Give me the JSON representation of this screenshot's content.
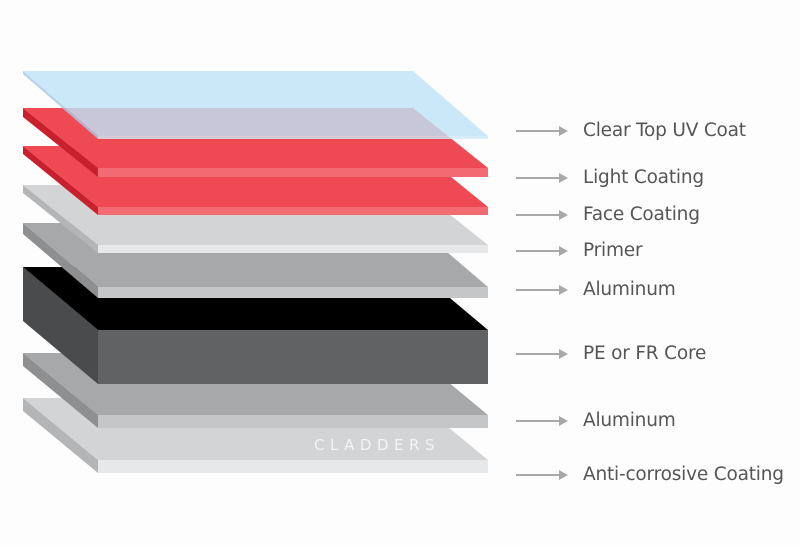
{
  "brand": "CLADDERS",
  "layers": [
    {
      "label": "Clear Top UV Coat",
      "top": "#bfe3f7",
      "front": "#cfe9f8",
      "side": "#a9c8e4",
      "opacity": 0.82
    },
    {
      "label": "Light Coating",
      "top": "#ef4a54",
      "front": "#f26a72",
      "side": "#c8202c",
      "opacity": 1
    },
    {
      "label": "Face Coating",
      "top": "#ef4a54",
      "front": "#f26a72",
      "side": "#c8202c",
      "opacity": 1
    },
    {
      "label": "Primer",
      "top": "#d2d4d6",
      "front": "#e6e8ea",
      "side": "#b3b5b7",
      "opacity": 1
    },
    {
      "label": "Aluminum",
      "top": "#a6a8aa",
      "front": "#c4c6c8",
      "side": "#8d8f91",
      "opacity": 1
    },
    {
      "label": "PE or FR Core",
      "top": "#000000",
      "front": "#606264",
      "side": "#4a4b4d",
      "opacity": 1
    },
    {
      "label": "Aluminum",
      "top": "#a6a8aa",
      "front": "#c4c6c8",
      "side": "#8d8f91",
      "opacity": 1
    },
    {
      "label": "Anti-corrosive Coating",
      "top": "#d2d4d6",
      "front": "#e6e8ea",
      "side": "#b3b5b7",
      "opacity": 1
    }
  ]
}
